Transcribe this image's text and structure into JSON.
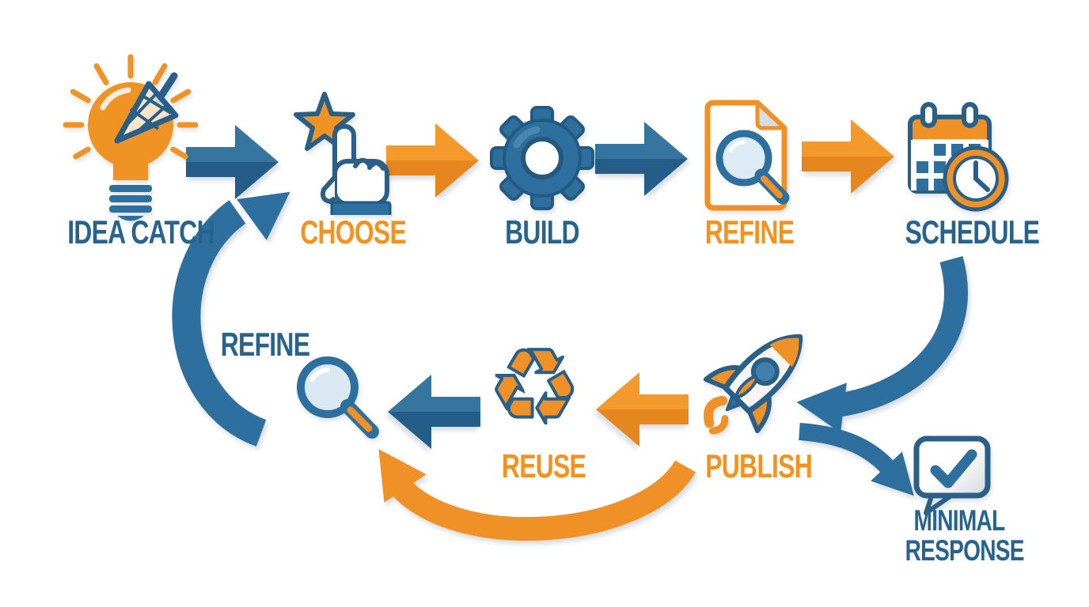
{
  "diagram": {
    "background": "#ffffff",
    "colors": {
      "blue": "#2d6f9e",
      "blue_dark": "#235d88",
      "blue_outline": "#2a5f88",
      "orange": "#ef9126",
      "orange_dark": "#e5861e",
      "label_blue": "#26648f",
      "label_orange": "#f5921e",
      "lens_light_blue": "#dcebf4",
      "bubble_gray": "#d8dcdf"
    },
    "steps": [
      {
        "id": "idea-catch",
        "label": "IDEA CATCH",
        "label_color": "blue",
        "icon": "lightbulb-net-icon"
      },
      {
        "id": "choose",
        "label": "CHOOSE",
        "label_color": "orange",
        "icon": "star-cursor-icon"
      },
      {
        "id": "build",
        "label": "BUILD",
        "label_color": "blue",
        "icon": "gear-icon"
      },
      {
        "id": "refine",
        "label": "REFINE",
        "label_color": "orange",
        "icon": "document-magnifier-icon"
      },
      {
        "id": "schedule",
        "label": "SCHEDULE",
        "label_color": "blue",
        "icon": "calendar-clock-icon"
      },
      {
        "id": "publish",
        "label": "PUBLISH",
        "label_color": "orange",
        "icon": "rocket-icon"
      },
      {
        "id": "reuse",
        "label": "REUSE",
        "label_color": "orange",
        "icon": "recycle-icon"
      },
      {
        "id": "refine-loop",
        "label": "REFINE",
        "label_color": "blue",
        "icon": "magnifier-icon"
      },
      {
        "id": "minimal-response",
        "label": "MINIMAL RESPONSE",
        "label_lines": [
          "MINIMAL",
          "RESPONSE"
        ],
        "label_color": "blue",
        "icon": "speech-check-icon"
      }
    ],
    "arrows": [
      {
        "from": "IDEA CATCH",
        "to": "CHOOSE",
        "color": "blue",
        "style": "straight-right"
      },
      {
        "from": "CHOOSE",
        "to": "BUILD",
        "color": "orange",
        "style": "straight-right"
      },
      {
        "from": "BUILD",
        "to": "REFINE",
        "color": "blue",
        "style": "straight-right"
      },
      {
        "from": "REFINE",
        "to": "SCHEDULE",
        "color": "orange",
        "style": "straight-right"
      },
      {
        "from": "SCHEDULE",
        "to": "PUBLISH",
        "color": "blue",
        "style": "curved-down-left"
      },
      {
        "from": "PUBLISH",
        "to": "REUSE",
        "color": "orange",
        "style": "straight-left"
      },
      {
        "from": "REUSE",
        "to": "REFINE-LOOP",
        "color": "blue",
        "style": "straight-left"
      },
      {
        "from": "REFINE-LOOP",
        "to": "CHOOSE",
        "color": "blue",
        "style": "curved-up-right"
      },
      {
        "from": "PUBLISH",
        "to": "MINIMAL RESPONSE",
        "color": "blue",
        "style": "curved-down-right"
      },
      {
        "from": "PUBLISH",
        "to": "REFINE-LOOP",
        "color": "orange",
        "style": "curved-arc-bottom"
      }
    ]
  }
}
